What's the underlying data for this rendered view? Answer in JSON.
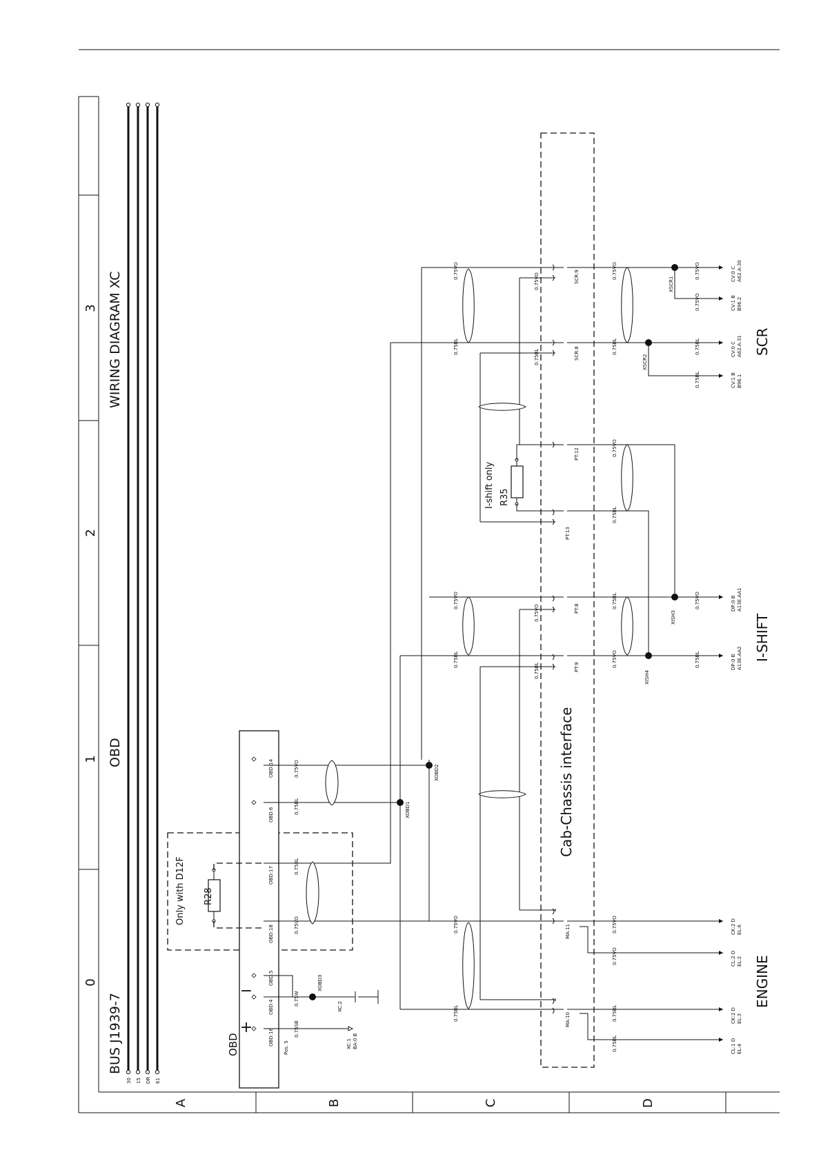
{
  "header": {
    "title_bus": "BUS J1939-7",
    "title_diagram": "WIRING DIAGRAM XC",
    "title_obd": "OBD"
  },
  "grid": {
    "columns": [
      "0",
      "1",
      "2",
      "3"
    ],
    "rows": [
      "A",
      "B",
      "C",
      "D"
    ]
  },
  "bus_lines": [
    "30",
    "15",
    "DR",
    "61"
  ],
  "obd_block": {
    "label": "OBD",
    "plus": "+",
    "minus": "−",
    "pos_note": "Pos. 5",
    "pins": [
      "OBD:16",
      "OBD:4",
      "OBD:5",
      "OBD:18",
      "OBD:17",
      "OBD:6",
      "OBD:14"
    ]
  },
  "r28": {
    "name": "R28",
    "note": "Only with D12F"
  },
  "r35": {
    "name": "R35",
    "note": "I-shift only"
  },
  "interface_label": "Cab-Chassis interface",
  "sections": {
    "engine": "ENGINE",
    "ishift": "I-SHIFT",
    "scr": "SCR"
  },
  "splices": [
    "XOBD3",
    "XOBD1",
    "XOBD2",
    "XISH4",
    "XISH3",
    "XSCR2",
    "XSCR1"
  ],
  "connectors": [
    "MA:10",
    "MA:11",
    "PT:9",
    "PT:8",
    "PT:13",
    "PT:12",
    "SCR:8",
    "SCR:9",
    "XC:1",
    "XC:2"
  ],
  "wire_labels": {
    "w_755b": "0.75SB",
    "w_75w": "0.75W",
    "w_bl": "0.75BL",
    "w_vo": "0.75VO"
  },
  "ground_ref": {
    "xc1_line1": "XC:1",
    "xc1_line2": "BA:0 B",
    "xc2": "XC:2"
  },
  "endpoints": {
    "cl1": [
      "CL:1 D",
      "EL:4"
    ],
    "ck2a": [
      "CK:2 D",
      "EL:3"
    ],
    "cl2": [
      "CL:2 D",
      "EL:2"
    ],
    "ck2b": [
      "CK:2 D",
      "EL:6"
    ],
    "dp0a": [
      "DP:0 B",
      "A13E.AA2"
    ],
    "dp0b": [
      "DP:0 B",
      "A13E.AA1"
    ],
    "cv1a": [
      "CV:1 B",
      "B96.1"
    ],
    "cv0a": [
      "CV:0 C",
      "A62.A:31"
    ],
    "cv1b": [
      "CV:1 B",
      "B96.2"
    ],
    "cv0b": [
      "CV:0 C",
      "A62.A:30"
    ]
  }
}
